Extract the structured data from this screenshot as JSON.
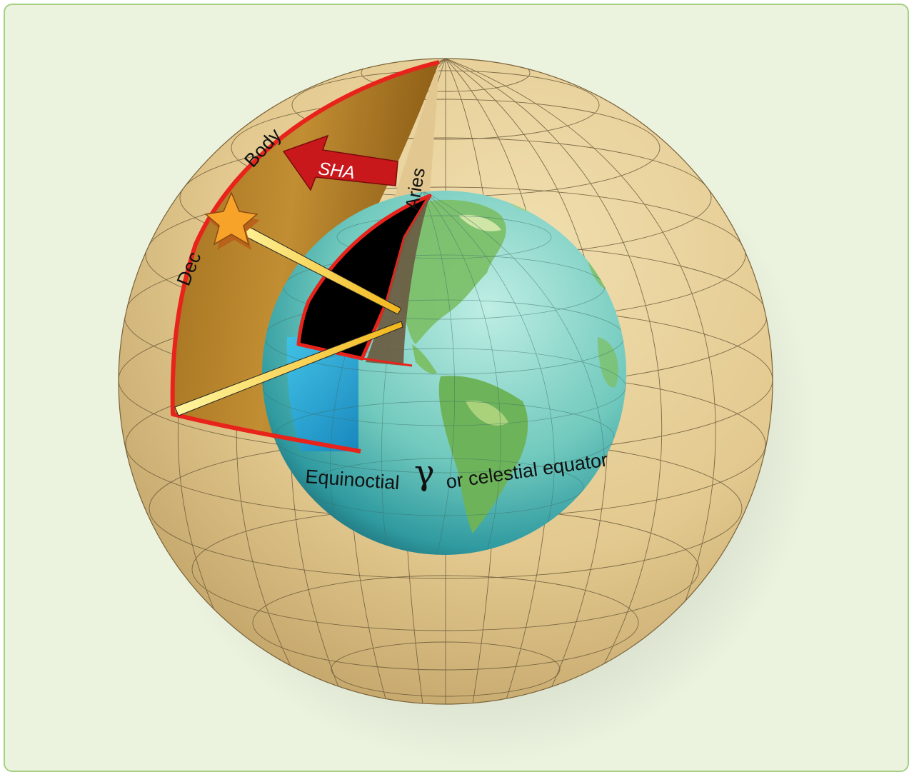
{
  "diagram": {
    "labels": {
      "body": "Body",
      "dec": "Dec",
      "sha": "SHA",
      "aries": "Aries",
      "equinoctial": "Equinoctial",
      "aries_symbol": "γ",
      "celestial_equator": "or celestial equator"
    },
    "colors": {
      "panel_background": "#ebf3df",
      "panel_border": "#a6cf82",
      "celestial_sphere": "#e3cc95",
      "grid_lines": "#6b5a3a",
      "cutaway_edge": "#e8231b",
      "sha_arrow": "#c8181b",
      "star": "#f59a22",
      "ocean": "#7fd1c6",
      "land": "#7cc06a"
    },
    "icons": [
      "star-icon",
      "sha-arrow-icon",
      "earth-globe",
      "celestial-sphere"
    ]
  }
}
